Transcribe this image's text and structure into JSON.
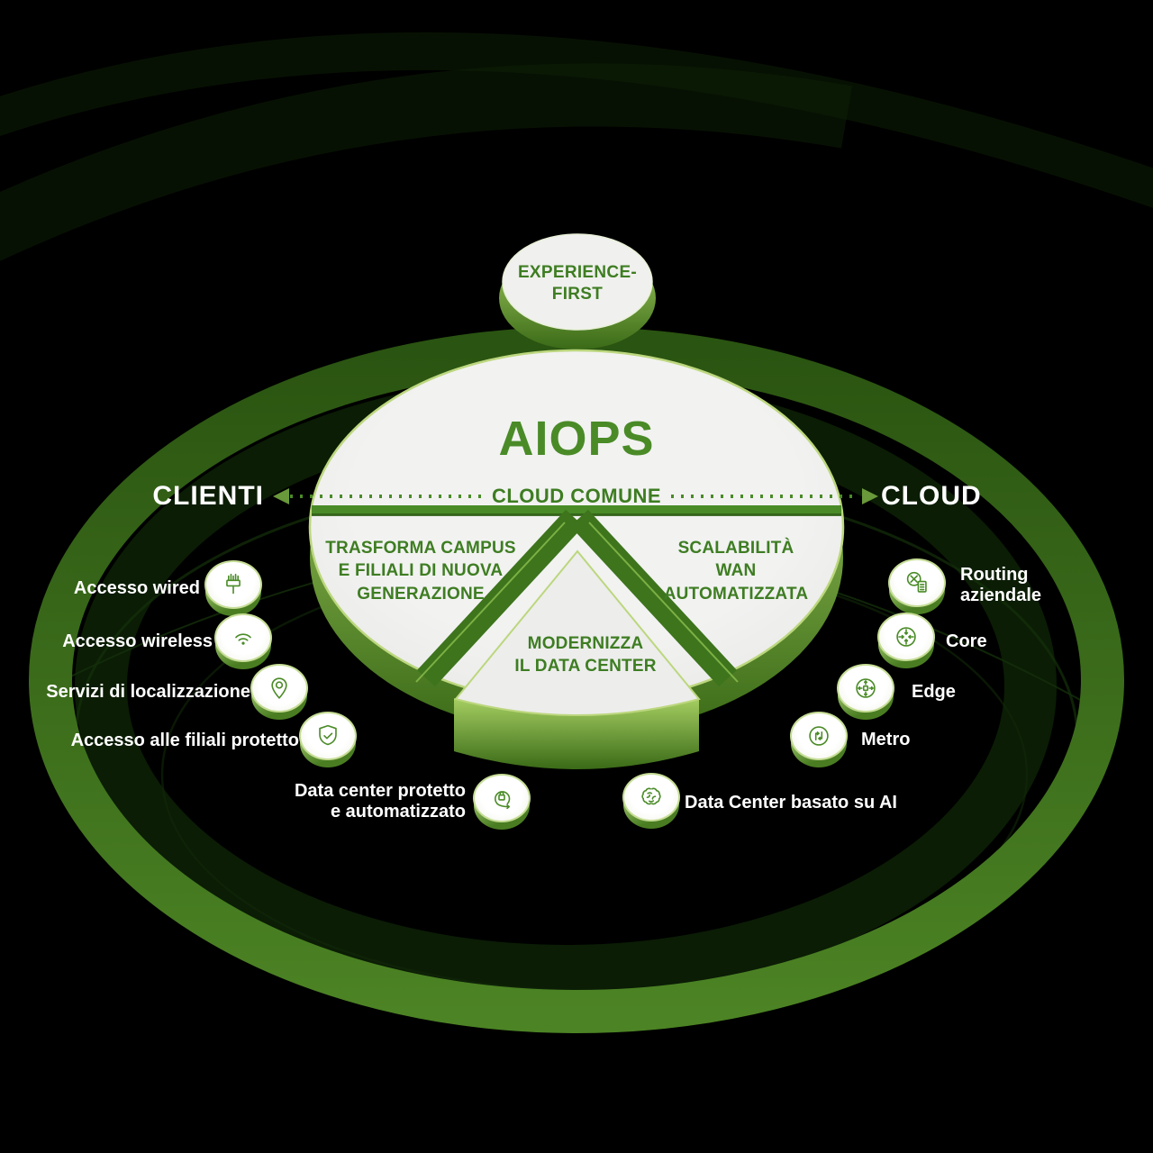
{
  "colors": {
    "accent_green": "#4a8b27",
    "dark_green_text": "#3e7d22",
    "ring_green_top": "#2a5411",
    "ring_green_bottom": "#4c8324",
    "disc_gray": "#ededed",
    "label_white": "#ffffff",
    "background": "#000000"
  },
  "hub": {
    "badge_label": "EXPERIENCE-\nFIRST",
    "title": "AIOPS",
    "axis_label": "CLOUD COMUNE",
    "axis_left_label": "CLIENTI",
    "axis_right_label": "CLOUD",
    "segments": [
      {
        "id": "campus",
        "label": "TRASFORMA CAMPUS\nE FILIALI DI NUOVA\nGENERAZIONE"
      },
      {
        "id": "wan",
        "label": "SCALABILITÀ\nWAN\nAUTOMATIZZATA"
      },
      {
        "id": "datacenter",
        "label": "MODERNIZZA\nIL DATA CENTER"
      }
    ]
  },
  "left_items": [
    {
      "label": "Accesso wired",
      "icon": "wired-switch-icon"
    },
    {
      "label": "Accesso wireless",
      "icon": "wifi-icon"
    },
    {
      "label": "Servizi di localizzazione",
      "icon": "location-pin-icon"
    },
    {
      "label": "Accesso alle filiali protetto",
      "icon": "shield-check-icon"
    },
    {
      "label": "Data center protetto\ne automatizzato",
      "icon": "lock-automation-icon"
    }
  ],
  "right_items": [
    {
      "label": "Routing aziendale",
      "icon": "routing-icon"
    },
    {
      "label": "Core",
      "icon": "core-icon"
    },
    {
      "label": "Edge",
      "icon": "edge-icon"
    },
    {
      "label": "Metro",
      "icon": "metro-icon"
    },
    {
      "label": "Data Center basato su AI",
      "icon": "ai-brain-icon"
    }
  ]
}
